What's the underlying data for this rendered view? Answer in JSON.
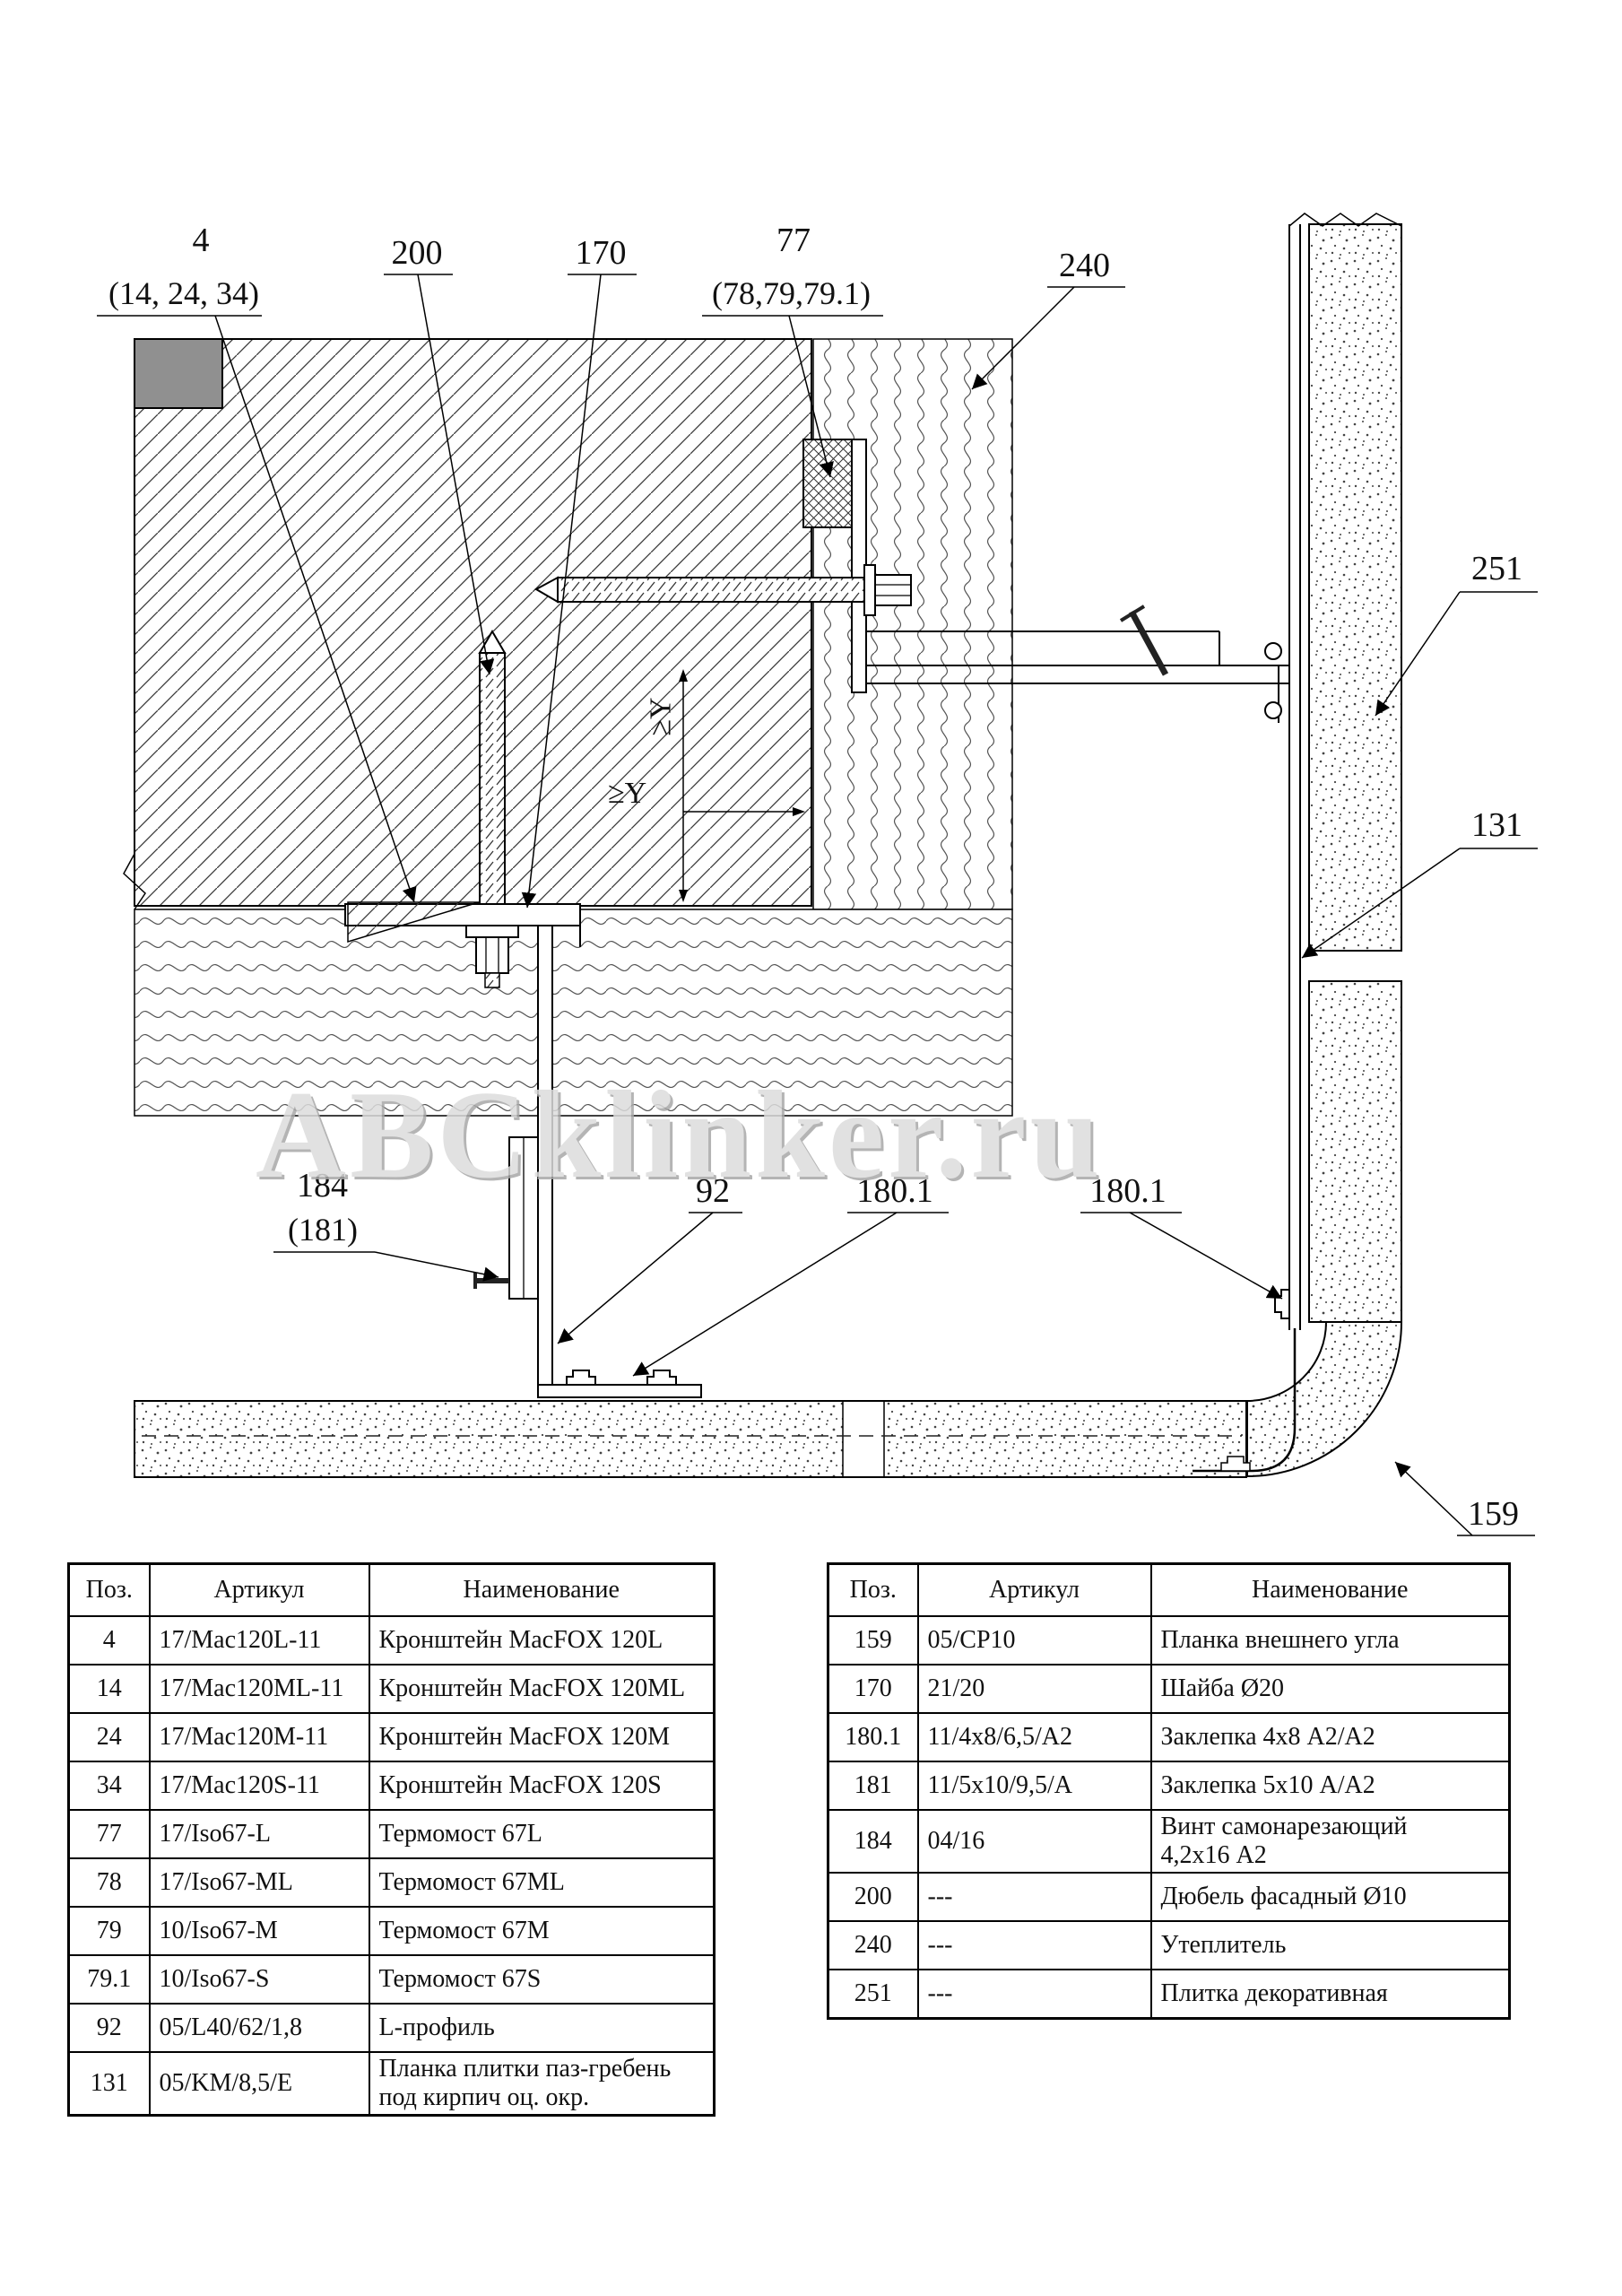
{
  "watermark": "ABCklinker.ru",
  "dimensions": {
    "vertical": "≥Y",
    "horizontal": "≥Y"
  },
  "callouts": {
    "n4": {
      "label": "4",
      "sub": "(14, 24, 34)"
    },
    "n200": {
      "label": "200"
    },
    "n170": {
      "label": "170"
    },
    "n77": {
      "label": "77",
      "sub": "(78,79,79.1)"
    },
    "n240": {
      "label": "240"
    },
    "n251": {
      "label": "251"
    },
    "n131": {
      "label": "131"
    },
    "n184": {
      "label": "184",
      "sub": "(181)"
    },
    "n92": {
      "label": "92"
    },
    "n180a": {
      "label": "180.1"
    },
    "n180b": {
      "label": "180.1"
    },
    "n159": {
      "label": "159"
    }
  },
  "tables": {
    "left": {
      "headers": {
        "pos": "Поз.",
        "art": "Артикул",
        "name": "Наименование"
      },
      "rows": [
        {
          "pos": "4",
          "art": "17/Mac120L-11",
          "name": "Кронштейн MacFOX 120L"
        },
        {
          "pos": "14",
          "art": "17/Mac120ML-11",
          "name": "Кронштейн MacFOX 120ML"
        },
        {
          "pos": "24",
          "art": "17/Mac120M-11",
          "name": "Кронштейн MacFOX 120M"
        },
        {
          "pos": "34",
          "art": "17/Mac120S-11",
          "name": "Кронштейн MacFOX 120S"
        },
        {
          "pos": "77",
          "art": "17/Iso67-L",
          "name": "Термомост 67L"
        },
        {
          "pos": "78",
          "art": "17/Iso67-ML",
          "name": "Термомост 67ML"
        },
        {
          "pos": "79",
          "art": "10/Iso67-M",
          "name": "Термомост 67M"
        },
        {
          "pos": "79.1",
          "art": "10/Iso67-S",
          "name": "Термомост 67S"
        },
        {
          "pos": "92",
          "art": "05/L40/62/1,8",
          "name": "L-профиль"
        },
        {
          "pos": "131",
          "art": "05/KM/8,5/E",
          "name": "Планка плитки паз-гребень\nпод кирпич оц. окр."
        }
      ]
    },
    "right": {
      "headers": {
        "pos": "Поз.",
        "art": "Артикул",
        "name": "Наименование"
      },
      "rows": [
        {
          "pos": "159",
          "art": "05/CP10",
          "name": "Планка внешнего угла"
        },
        {
          "pos": "170",
          "art": "21/20",
          "name": "Шайба Ø20"
        },
        {
          "pos": "180.1",
          "art": "11/4x8/6,5/A2",
          "name": "Заклепка 4x8 А2/А2"
        },
        {
          "pos": "181",
          "art": "11/5x10/9,5/A",
          "name": "Заклепка 5x10 А/А2"
        },
        {
          "pos": "184",
          "art": "04/16",
          "name": "Винт самонарезающий\n4,2x16 А2"
        },
        {
          "pos": "200",
          "art": "---",
          "name": "Дюбель фасадный Ø10"
        },
        {
          "pos": "240",
          "art": "---",
          "name": "Утеплитель"
        },
        {
          "pos": "251",
          "art": "---",
          "name": "Плитка декоративная"
        }
      ]
    }
  }
}
